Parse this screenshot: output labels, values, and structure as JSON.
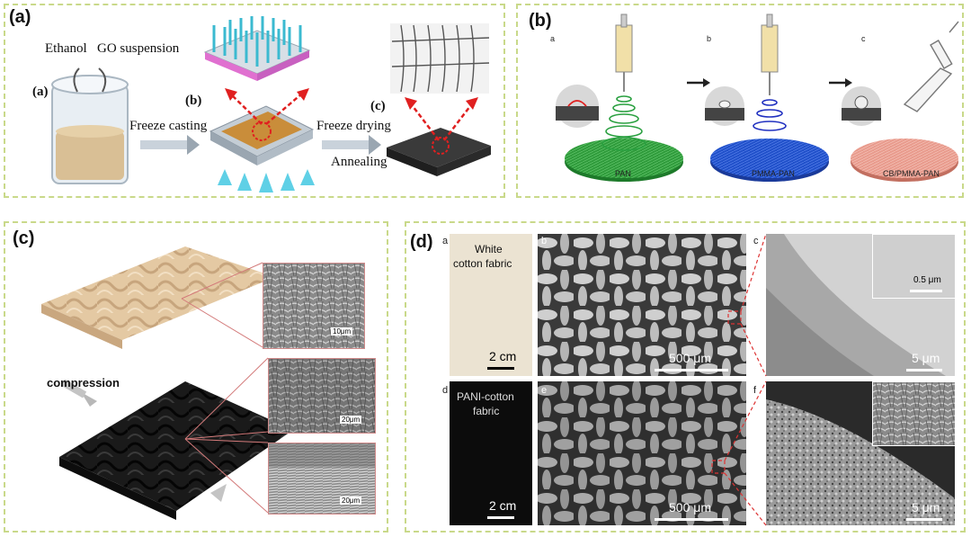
{
  "panel_a": {
    "label": "(a)",
    "sub_a": "(a)",
    "sub_b": "(b)",
    "sub_c": "(c)",
    "ethanol": "Ethanol",
    "go_suspension": "GO suspension",
    "freeze_casting": "Freeze casting",
    "freeze_drying": "Freeze drying",
    "annealing": "Annealing"
  },
  "panel_b": {
    "label": "(b)",
    "sub_a": "a",
    "sub_b": "b",
    "sub_c": "c",
    "pan": "PAN",
    "pmma_pan": "PMMA-PAN",
    "cb_pmma_pan": "CB/PMMA-PAN"
  },
  "panel_c": {
    "label": "(c)",
    "compression": "compression",
    "scale_1": "10μm",
    "scale_2": "20μm",
    "scale_3": "20μm"
  },
  "panel_d": {
    "label": "(d)",
    "sub_a": "a",
    "sub_b": "b",
    "sub_c": "c",
    "sub_d": "d",
    "sub_e": "e",
    "sub_f": "f",
    "white_cotton_1": "White",
    "white_cotton_2": "cotton fabric",
    "pani_cotton_1": "PANI-cotton",
    "pani_cotton_2": "fabric",
    "scale_a": "2 cm",
    "scale_b": "500 μm",
    "scale_c": "5 μm",
    "scale_c_inset": "0.5 μm",
    "scale_d": "2 cm",
    "scale_e": "500 μm",
    "scale_f": "5 μm"
  }
}
